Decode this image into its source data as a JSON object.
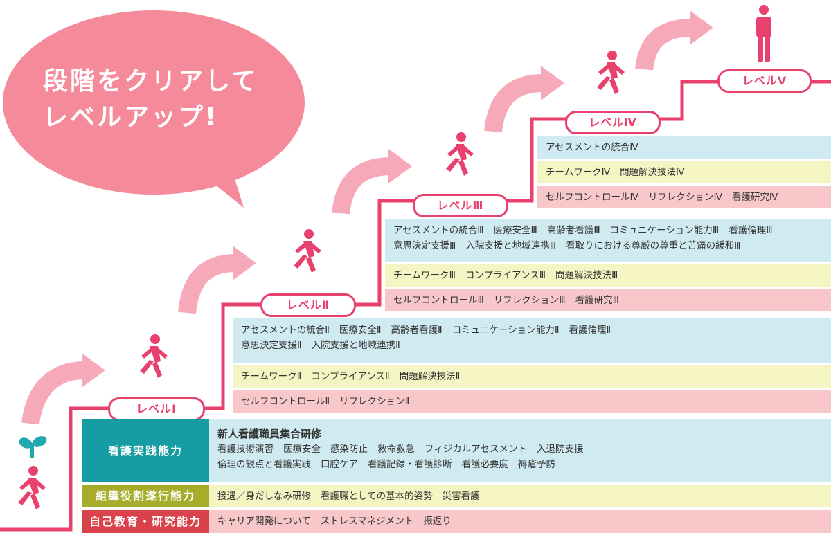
{
  "headline": {
    "line1": "段階をクリアして",
    "line2": "レベルアップ!"
  },
  "colors": {
    "accent": "#e8416e",
    "bubble": "#f48a9a",
    "arrow": "#f6aab9",
    "teal": "#169da3",
    "olive": "#a7ad2b",
    "red": "#d9424a",
    "blue_band": "#cfeaf0",
    "yellow_band": "#f5f4c3",
    "pink_band": "#f8c7c9"
  },
  "levels": {
    "l1": "レベルⅠ",
    "l2": "レベルⅡ",
    "l3": "レベルⅢ",
    "l4": "レベルⅣ",
    "l5": "レベルⅤ"
  },
  "categories": {
    "practice": "看護実践能力",
    "organization": "組織役割遂行能力",
    "self_education": "自己教育・研究能力"
  },
  "level1": {
    "title": "新人看護職員集合研修",
    "practice_line1": [
      "看護技術演習",
      "医療安全",
      "感染防止",
      "救命救急",
      "フィジカルアセスメント",
      "入退院支援"
    ],
    "practice_line2": [
      "倫理の観点と看護実践",
      "口腔ケア",
      "看護記録・看護診断",
      "看護必要度",
      "褥瘡予防"
    ],
    "organization": [
      "接遇／身だしなみ研修",
      "看護職としての基本的姿勢",
      "災害看護"
    ],
    "self_education": [
      "キャリア開発について",
      "ストレスマネジメント",
      "振返り"
    ]
  },
  "level2": {
    "blue_line1": [
      "アセスメントの統合Ⅱ",
      "医療安全Ⅱ",
      "高齢者看護Ⅱ",
      "コミュニケーション能力Ⅱ",
      "看護倫理Ⅱ"
    ],
    "blue_line2": [
      "意思決定支援Ⅱ",
      "入院支援と地域連携Ⅱ"
    ],
    "yellow": [
      "チームワークⅡ",
      "コンプライアンスⅡ",
      "問題解決技法Ⅱ"
    ],
    "pink": [
      "セルフコントロールⅡ",
      "リフレクションⅡ"
    ]
  },
  "level3": {
    "blue_line1": [
      "アセスメントの統合Ⅲ",
      "医療安全Ⅲ",
      "高齢者看護Ⅲ",
      "コミュニケーション能力Ⅲ",
      "看護倫理Ⅲ"
    ],
    "blue_line2": [
      "意思決定支援Ⅲ",
      "入院支援と地域連携Ⅲ",
      "看取りにおける尊厳の尊重と苦痛の緩和Ⅲ"
    ],
    "yellow": [
      "チームワークⅢ",
      "コンプライアンスⅢ",
      "問題解決技法Ⅲ"
    ],
    "pink": [
      "セルフコントロールⅢ",
      "リフレクションⅢ",
      "看護研究Ⅲ"
    ]
  },
  "level4": {
    "blue": [
      "アセスメントの統合Ⅳ"
    ],
    "yellow": [
      "チームワークⅣ",
      "問題解決技法Ⅳ"
    ],
    "pink": [
      "セルフコントロールⅣ",
      "リフレクションⅣ",
      "看護研究Ⅳ"
    ]
  }
}
